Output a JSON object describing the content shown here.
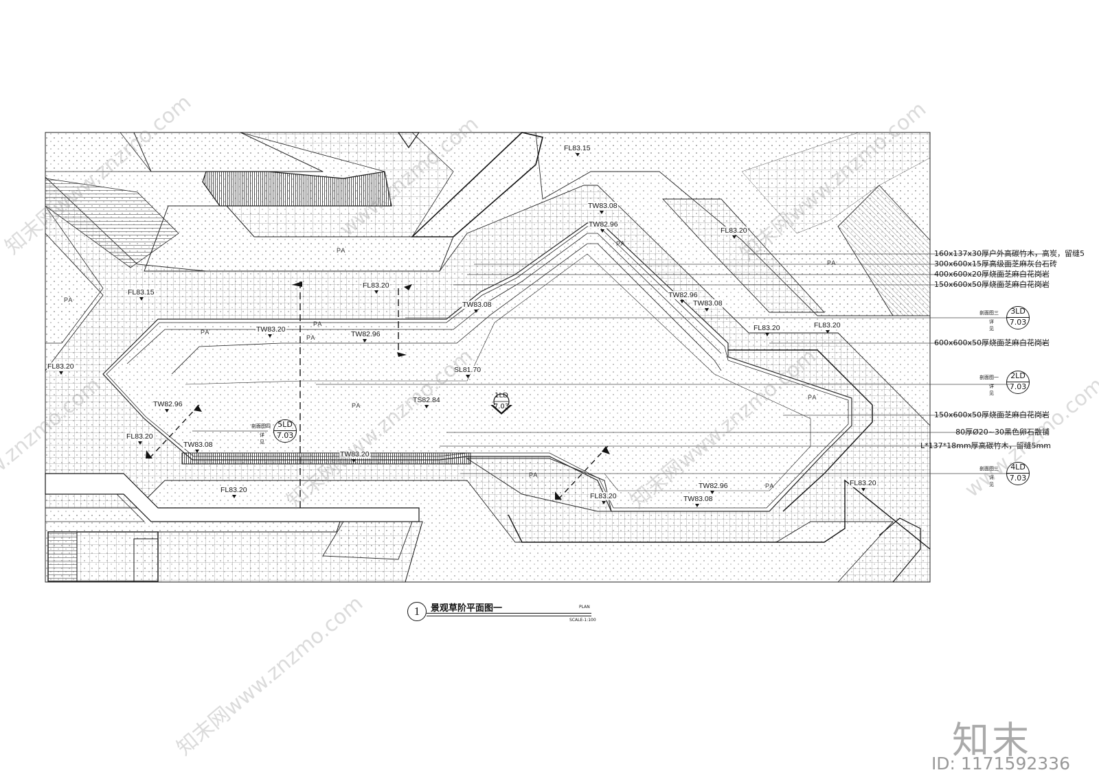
{
  "plan": {
    "drawing_number": "1",
    "title": "景观草阶平面图一",
    "plan_label": "PLAN",
    "scale": "SCALE-1:100"
  },
  "elevations": [
    {
      "id": "fl-top",
      "text": "FL83.15"
    },
    {
      "id": "fl-left",
      "text": "FL83.15"
    },
    {
      "id": "fl-right-top",
      "text": "FL83.20"
    },
    {
      "id": "fl-mid",
      "text": "FL83.20"
    },
    {
      "id": "fl-far-left",
      "text": "FL83.20"
    },
    {
      "id": "fl-left-2",
      "text": "FL83.20"
    },
    {
      "id": "fl-bottom-left",
      "text": "FL83.20"
    },
    {
      "id": "fl-right-1",
      "text": "FL83.20"
    },
    {
      "id": "fl-right-2",
      "text": "FL83.20"
    },
    {
      "id": "fl-bottom-mid",
      "text": "FL83.20"
    },
    {
      "id": "fl-bottom-right",
      "text": "FL83.20"
    },
    {
      "id": "tw-1",
      "text": "TW83.08"
    },
    {
      "id": "tw-2",
      "text": "TW82.96"
    },
    {
      "id": "tw-3",
      "text": "TW83.08"
    },
    {
      "id": "tw-4",
      "text": "TW82.96"
    },
    {
      "id": "tw-5",
      "text": "TW83.08"
    },
    {
      "id": "tw-6",
      "text": "TW83.20"
    },
    {
      "id": "tw-7",
      "text": "TW82.96"
    },
    {
      "id": "tw-8",
      "text": "TW82.96"
    },
    {
      "id": "tw-9",
      "text": "TW83.08"
    },
    {
      "id": "tw-10",
      "text": "TW83.20"
    },
    {
      "id": "tw-11",
      "text": "TW82.96"
    },
    {
      "id": "tw-12",
      "text": "TW83.08"
    },
    {
      "id": "sl",
      "text": "SL81.70"
    },
    {
      "id": "ts",
      "text": "TS82.84"
    }
  ],
  "pa_labels": [
    "PA",
    "PA",
    "PA",
    "PA",
    "PA",
    "PA",
    "PA",
    "PA",
    "PA",
    "PA",
    "PA"
  ],
  "callouts": [
    {
      "text": "160x137x30厚户外高碳竹木，高炭，留缝5"
    },
    {
      "text": "300x600x15厚高级面芝麻灰台石砖"
    },
    {
      "text": "400x600x20厚烧面芝麻白花岗岩"
    },
    {
      "text": "150x600x50厚烧面芝麻白花岗岩"
    },
    {
      "text": "600x600x50厚烧面芝麻白花岗岩"
    },
    {
      "text": "150x600x50厚烧面芝麻白花岗岩"
    },
    {
      "text": "80厚Ø20~30黑色卵石散铺"
    },
    {
      "text": "L*137*18mm厚高碳竹木，留缝5mm"
    }
  ],
  "section_marks": [
    {
      "label": "剖面图三",
      "sub": "详见",
      "top": "3LD",
      "bottom": "7.03"
    },
    {
      "label": "剖面图一",
      "sub": "详见",
      "top": "2LD",
      "bottom": "7.03"
    },
    {
      "label": "剖面图三",
      "sub": "详见",
      "top": "4LD",
      "bottom": "7.03"
    },
    {
      "label": "剖面图四",
      "sub": "详见",
      "top": "5LD",
      "bottom": "7.03"
    }
  ],
  "index_mark": {
    "top": "1LD",
    "bottom": "7.03"
  },
  "watermarks": [
    "知末网www.znzmo.com",
    "www.znzmo.com",
    "知末网www.znzmo.com",
    "www.znzmo.com",
    "知末网www.znzmo.com",
    "知末网www.znzmo.com",
    "www.znzmo.com",
    "知末网www.znzmo.com"
  ],
  "brand": {
    "name": "知末",
    "id": "ID: 1171592336"
  }
}
